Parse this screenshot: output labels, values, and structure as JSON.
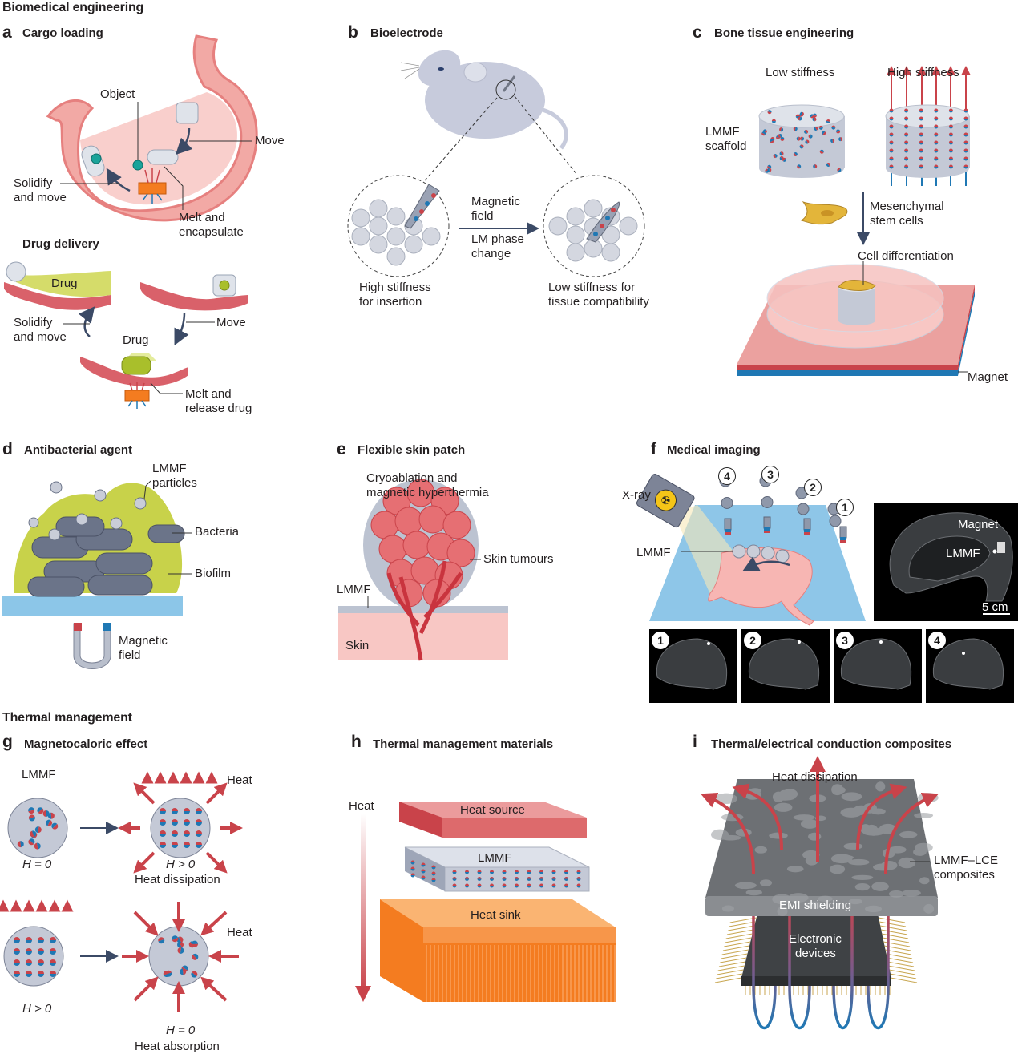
{
  "sections": {
    "biomedical": "Biomedical engineering",
    "thermal": "Thermal management"
  },
  "panels": {
    "a": {
      "letter": "a",
      "title": "Cargo loading",
      "labels": {
        "object": "Object",
        "move": "Move",
        "solidify_1": "Solidify",
        "solidify_2": "and move",
        "melt_1": "Melt and",
        "melt_2": "encapsulate"
      },
      "drug_delivery": {
        "title": "Drug delivery",
        "drug_top": "Drug",
        "drug_mid": "Drug",
        "solidify_1": "Solidify",
        "solidify_2": "and move",
        "move": "Move",
        "melt_1": "Melt and",
        "melt_2": "release drug"
      }
    },
    "b": {
      "letter": "b",
      "title": "Bioelectrode",
      "labels": {
        "arrow_top_1": "Magnetic",
        "arrow_top_2": "field",
        "arrow_bottom_1": "LM phase",
        "arrow_bottom_2": "change",
        "left_1": "High stiffness",
        "left_2": "for insertion",
        "right_1": "Low stiffness for",
        "right_2": "tissue compatibility"
      }
    },
    "c": {
      "letter": "c",
      "title": "Bone tissue engineering",
      "labels": {
        "low": "Low stiffness",
        "high": "High stiffness",
        "scaffold_1": "LMMF",
        "scaffold_2": "scaffold",
        "msc_1": "Mesenchymal",
        "msc_2": "stem cells",
        "diff": "Cell differentiation",
        "magnet": "Magnet"
      }
    },
    "d": {
      "letter": "d",
      "title": "Antibacterial agent",
      "labels": {
        "particles_1": "LMMF",
        "particles_2": "particles",
        "bacteria": "Bacteria",
        "biofilm": "Biofilm",
        "field_1": "Magnetic",
        "field_2": "field"
      }
    },
    "e": {
      "letter": "e",
      "title": "Flexible skin patch",
      "labels": {
        "therapy_1": "Cryoablation and",
        "therapy_2": "magnetic hyperthermia",
        "tumours": "Skin tumours",
        "lmmf": "LMMF",
        "skin": "Skin"
      }
    },
    "f": {
      "letter": "f",
      "title": "Medical imaging",
      "labels": {
        "xray": "X-ray",
        "lmmf": "LMMF",
        "ct_magnet": "Magnet",
        "ct_lmmf": "LMMF",
        "scale": "5 cm"
      },
      "steps": [
        "1",
        "2",
        "3",
        "4"
      ],
      "frames": [
        "1",
        "2",
        "3",
        "4"
      ]
    },
    "g": {
      "letter": "g",
      "title": "Magnetocaloric effect",
      "labels": {
        "lmmf": "LMMF",
        "heat_top": "Heat",
        "heat_bottom": "Heat",
        "h0_a": "H = 0",
        "hgt_a": "H > 0",
        "dissipation": "Heat dissipation",
        "hgt_b": "H > 0",
        "h0_b": "H = 0",
        "absorption": "Heat absorption"
      }
    },
    "h": {
      "letter": "h",
      "title": "Thermal management materials",
      "labels": {
        "heat": "Heat",
        "source": "Heat source",
        "lmmf": "LMMF",
        "sink": "Heat sink"
      }
    },
    "i": {
      "letter": "i",
      "title": "Thermal/electrical conduction composites",
      "labels": {
        "dissipation": "Heat dissipation",
        "composite_1": "LMMF–LCE",
        "composite_2": "composites",
        "emi": "EMI shielding",
        "device_1": "Electronic",
        "device_2": "devices"
      }
    }
  },
  "colors": {
    "red": "#c9434a",
    "blue": "#1f78b4",
    "navy": "#3b4a66",
    "tissue": "#f4b8b4",
    "lmmf_grey": "#c7cdda",
    "orange": "#f47c20",
    "biofilm": "#c8d24a",
    "substrate": "#8cc6e8"
  }
}
